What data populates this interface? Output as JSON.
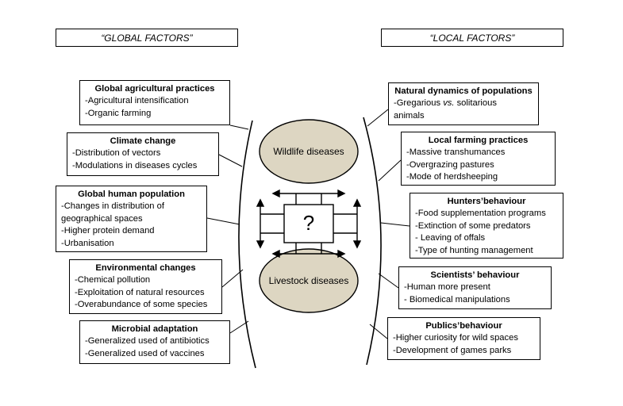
{
  "headers": {
    "global": "“GLOBAL FACTORS”",
    "local": "“LOCAL FACTORS”"
  },
  "center": {
    "top": "Wildlife diseases",
    "bottom": "Livestock  diseases",
    "question": "?"
  },
  "global_factors": [
    {
      "title": "Global agricultural practices",
      "items": [
        "-Agricultural intensification",
        "-Organic farming"
      ]
    },
    {
      "title": "Climate change",
      "items": [
        "-Distribution of vectors",
        "-Modulations in diseases cycles"
      ]
    },
    {
      "title": "Global human population",
      "items": [
        "-Changes in distribution of",
        "geographical spaces",
        "-Higher protein demand",
        "-Urbanisation"
      ]
    },
    {
      "title": "Environmental changes",
      "items": [
        "-Chemical pollution",
        "-Exploitation of natural resources",
        "-Overabundance of some species"
      ]
    },
    {
      "title": "Microbial adaptation",
      "items": [
        "-Generalized used of antibiotics",
        "-Generalized used of vaccines"
      ]
    }
  ],
  "local_factors": [
    {
      "title": "Natural dynamics of populations",
      "items": [
        "-Gregarious vs. solitarious",
        "animals"
      ]
    },
    {
      "title": "Local farming practices",
      "items": [
        "-Massive transhumances",
        "-Overgrazing pastures",
        "-Mode of herdsheeping"
      ]
    },
    {
      "title": "Hunters’behaviour",
      "items": [
        "-Food supplementation programs",
        "-Extinction of some predators",
        "- Leaving of offals",
        "-Type of hunting management"
      ]
    },
    {
      "title": "Scientists’ behaviour",
      "items": [
        "-Human more present",
        "- Biomedical manipulations"
      ]
    },
    {
      "title": "Publics’behaviour",
      "items": [
        "-Higher curiosity for wild spaces",
        "-Development of games parks"
      ]
    }
  ],
  "colors": {
    "ellipse_fill": "#ddd6c2",
    "line": "#000000"
  }
}
